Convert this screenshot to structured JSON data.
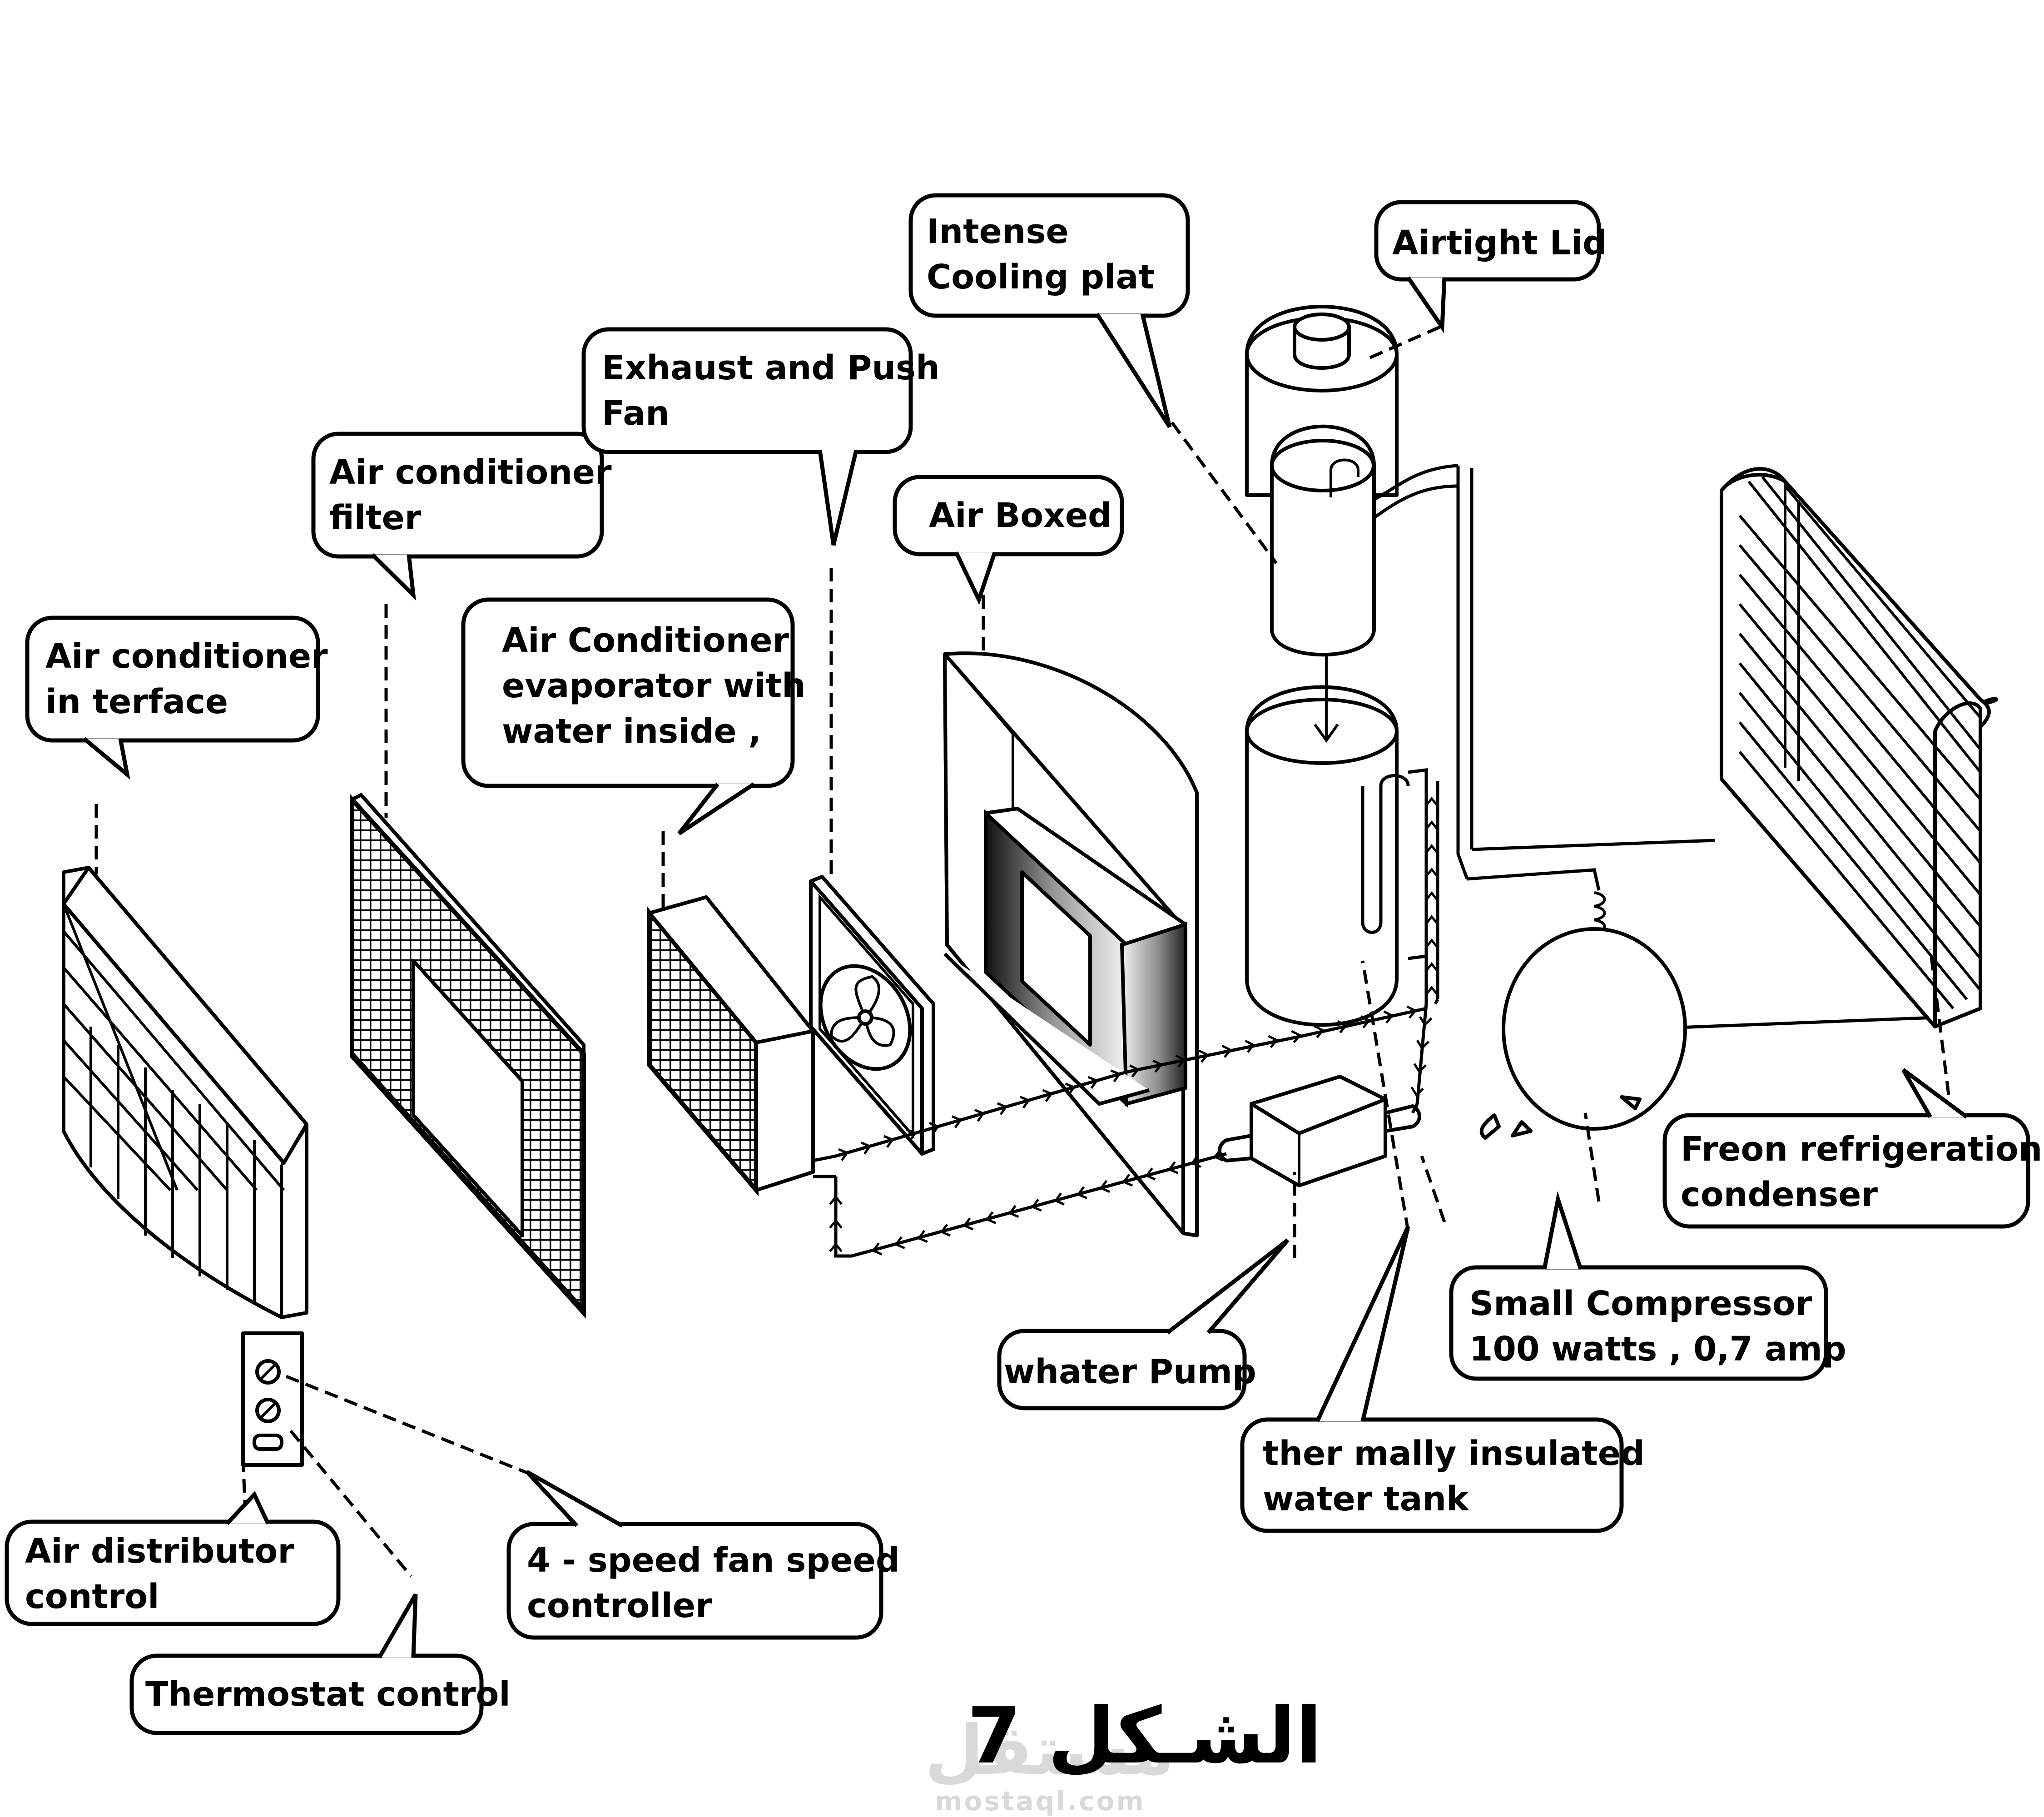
{
  "figure": {
    "caption": "الشـكل 7",
    "watermark_ar": "مستقل",
    "watermark_en": "mostaql.com"
  },
  "labels": {
    "interface": [
      "Air conditioner",
      "in terface"
    ],
    "filter": [
      "Air conditioner",
      "filter"
    ],
    "exhaust_fan": [
      "Exhaust and Push",
      "Fan"
    ],
    "evaporator": [
      "Air Conditioner",
      "evaporator with",
      "water inside ,"
    ],
    "air_boxed": [
      "Air Boxed"
    ],
    "cooling_plate": [
      "Intense",
      "Cooling plat"
    ],
    "airtight_lid": [
      "Airtight Lid"
    ],
    "condenser": [
      "Freon refrigeration",
      "condenser"
    ],
    "compressor": [
      "Small Compressor",
      "100 watts , 0,7 amp"
    ],
    "water_pump": [
      "whater Pump"
    ],
    "water_tank": [
      "ther mally insulated",
      "water tank"
    ],
    "distributor": [
      "Air distributor",
      "control"
    ],
    "fan_speed": [
      "4 - speed fan speed",
      "controller"
    ],
    "thermostat": [
      "Thermostat control"
    ]
  }
}
